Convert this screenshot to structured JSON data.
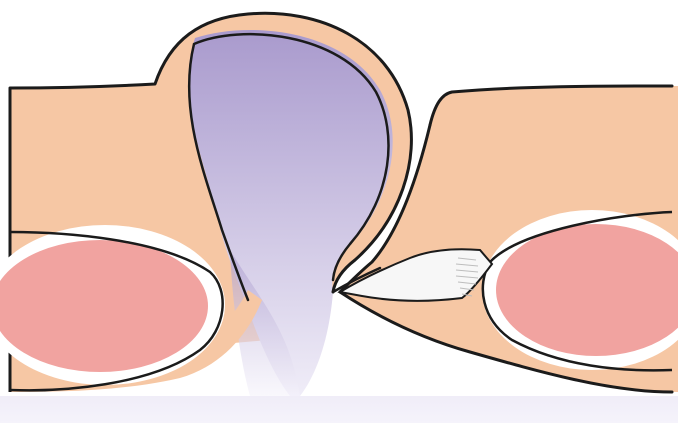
{
  "colors": {
    "background": "#ffffff",
    "tissue": "#f6c7a4",
    "tissue_dark_outline": "#1b1b1b",
    "sac_top": "#a99acd",
    "sac_bottom": "#f5f3fb",
    "vessel_fill": "#f1a3a0",
    "vessel_wall": "#ffffff",
    "defect_stripe": "#f7f7f7",
    "hatch": "#bdbdbd"
  },
  "icons": {
    "left_lumen": "vessel-cross-section",
    "right_lumen": "vessel-cross-section",
    "pouch": "pouch-sac"
  }
}
